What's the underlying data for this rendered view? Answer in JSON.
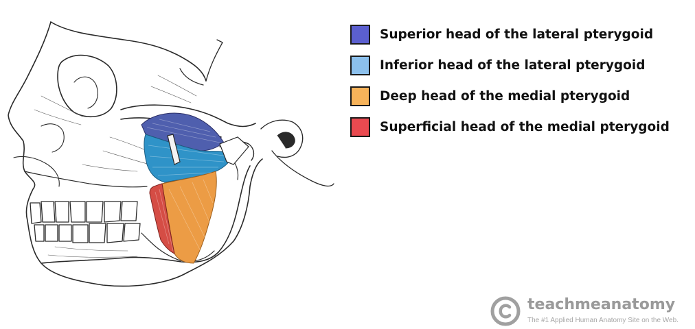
{
  "legend": {
    "items": [
      {
        "label": "Superior head of the lateral pterygoid",
        "color": "#5b5fcf"
      },
      {
        "label": "Inferior head of the lateral pterygoid",
        "color": "#8cc0ec"
      },
      {
        "label": "Deep head of the medial pterygoid",
        "color": "#f7b35a"
      },
      {
        "label": "Superficial head of the medial pterygoid",
        "color": "#ea4a50"
      }
    ]
  },
  "illustration": {
    "subject": "skull-lateral-view",
    "muscle_colors": {
      "superior_lateral": "#4f5fae",
      "inferior_lateral": "#2f93c8",
      "deep_medial": "#ec9c45",
      "superficial_medial": "#d54d45"
    }
  },
  "brand": {
    "name": "teachmeanatomy",
    "tagline": "The #1 Applied Human Anatomy Site on the Web.",
    "icon": "copyright-icon",
    "color": "#9a9a9a"
  }
}
